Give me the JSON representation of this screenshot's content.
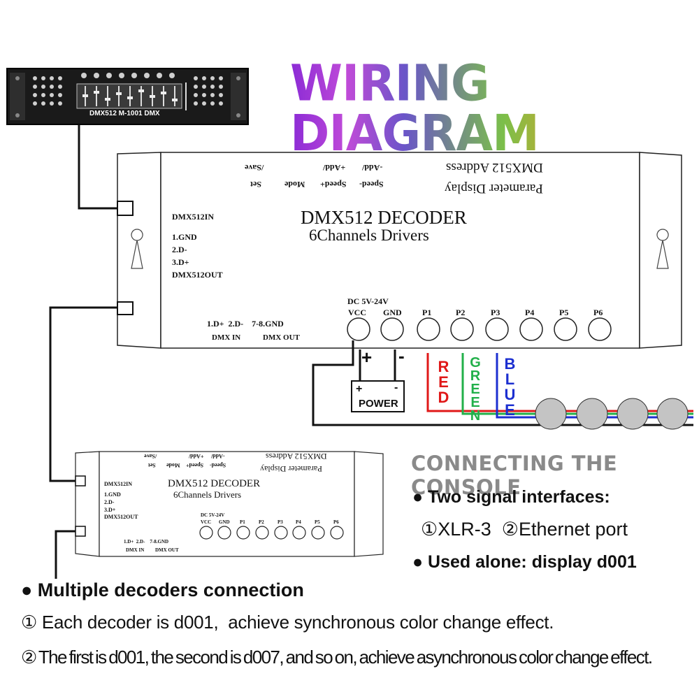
{
  "title": "WIRING DIAGRAM",
  "console": {
    "brand_label": "DMX512 M-1001 DMX"
  },
  "decoder": {
    "parameter_display": "Parameter Display",
    "dmx_address": "DMX512 Address",
    "btn_set": "Set",
    "btn_save": "/Save",
    "btn_mode": "Mode",
    "btn_speed_plus": "Speed+",
    "btn_add_plus": "+Add/",
    "btn_speed_minus": "Speed-",
    "btn_add_minus": "-Add/",
    "name": "DMX512 DECODER",
    "subtitle": "6Channels Drivers",
    "dmx_in": "DMX512IN",
    "pin1": "1.GND",
    "pin2": "2.D-",
    "pin3": "3.D+",
    "dmx_out": "DMX512OUT",
    "dc": "DC 5V-24V",
    "terminals": [
      "VCC",
      "GND",
      "P1",
      "P2",
      "P3",
      "P4",
      "P5",
      "P6"
    ],
    "bottom_pins": "1.D+  2.D-    7-8.GND",
    "bottom_in": "DMX IN",
    "bottom_out": "DMX OUT"
  },
  "wiring": {
    "plus": "+",
    "minus": "-",
    "power": "POWER",
    "red": "RED",
    "green": "GREEN",
    "blue": "BLUE"
  },
  "connecting": {
    "heading": "CONNECTING THE CONSOLE",
    "b1": "● Two signal interfaces:",
    "b1_detail": "①XLR-3  ②Ethernet port",
    "b2": "● Used alone: display d001"
  },
  "multiple": {
    "heading": "● Multiple decoders connection",
    "line1": "① Each decoder is d001,  achieve synchronous color change effect.",
    "line2": "② The first is d001, the second is d007, and so on, achieve asynchronous color change effect."
  },
  "colors": {
    "red": "#e01818",
    "green": "#22b04a",
    "blue": "#1c2fd0"
  }
}
